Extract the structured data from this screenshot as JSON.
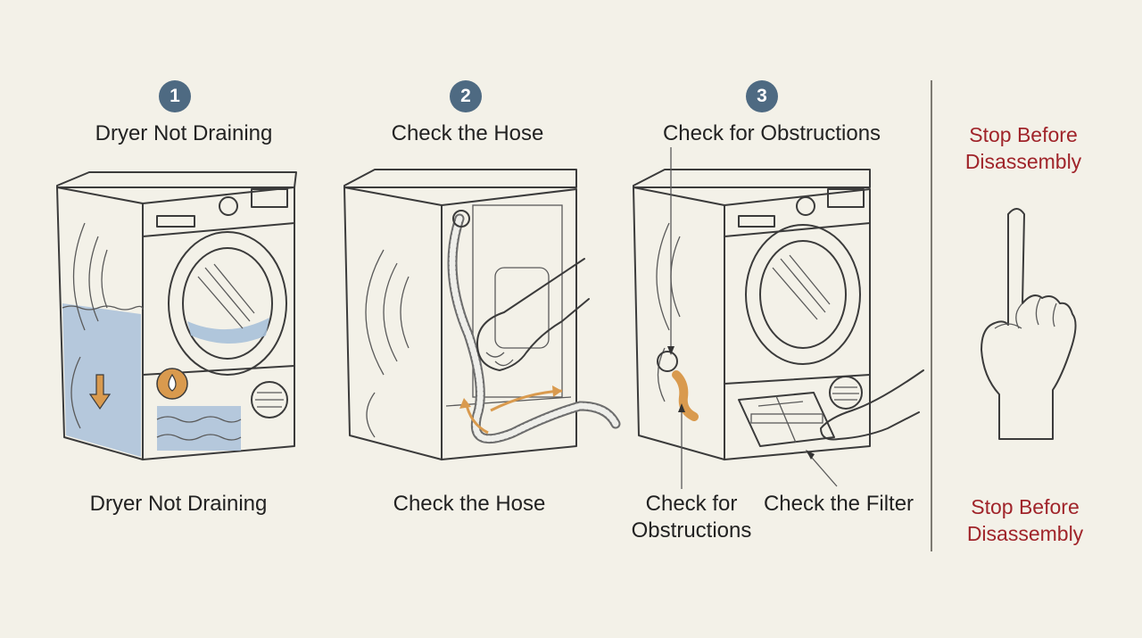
{
  "steps": [
    {
      "number": "1",
      "title": "Dryer Not Draining",
      "caption": "Dryer Not Draining"
    },
    {
      "number": "2",
      "title": "Check the Hose",
      "caption": "Check the Hose"
    },
    {
      "number": "3",
      "title": "Check for Obstructions",
      "caption_left": "Check for\nObstructions",
      "caption_right": "Check the Filter"
    }
  ],
  "warning": {
    "title": "Stop Before\nDisassembly",
    "caption": "Stop Before\nDisassembly",
    "color": "#a0242a"
  },
  "colors": {
    "badge": "#4e6a82",
    "water": "#a9c1d9",
    "accent_orange": "#d99a4e",
    "background": "#f3f1e8"
  },
  "icons": [
    "water-drop-icon",
    "down-arrow-icon",
    "raised-finger-hand-icon"
  ]
}
